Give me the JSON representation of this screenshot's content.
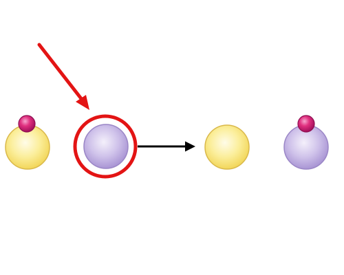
{
  "diagram": {
    "kind": "electron-transfer",
    "colors": {
      "background": "#ffffff",
      "yellow_sphere": "#f7e46a",
      "yellow_sphere_edge": "#d9b84a",
      "purple_sphere": "#b8a6dc",
      "purple_sphere_edge": "#9a86c6",
      "particle": "#d6187a",
      "particle_edge": "#8f0f52",
      "highlight_ring": "#e31414",
      "pointer_arrow": "#e31414",
      "transfer_arrow": "#000000"
    },
    "before": {
      "left_sphere": "yellow",
      "left_sphere_has_particle": true,
      "right_sphere": "purple",
      "right_sphere_highlighted": true
    },
    "after": {
      "left_sphere": "yellow",
      "left_sphere_has_particle": false,
      "right_sphere": "purple",
      "right_sphere_has_particle": true
    },
    "icons": [
      "pointer-arrow",
      "transfer-arrow",
      "highlight-ring"
    ]
  }
}
